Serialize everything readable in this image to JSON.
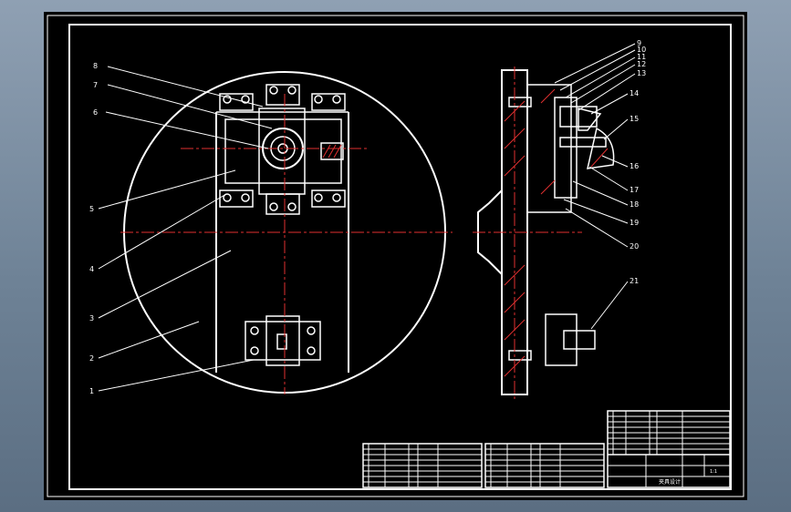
{
  "drawing": {
    "background": "#000000",
    "line_color": "#ffffff",
    "centerline_color": "#e03030",
    "hatch_color": "#e03030",
    "balloons": [
      "1",
      "2",
      "3",
      "4",
      "5",
      "6",
      "7",
      "8",
      "9",
      "10",
      "11",
      "12",
      "13",
      "14",
      "15",
      "16",
      "17",
      "18",
      "19",
      "20",
      "21"
    ]
  },
  "title_block": {
    "title": "夹具设计",
    "scale": "1:1"
  }
}
